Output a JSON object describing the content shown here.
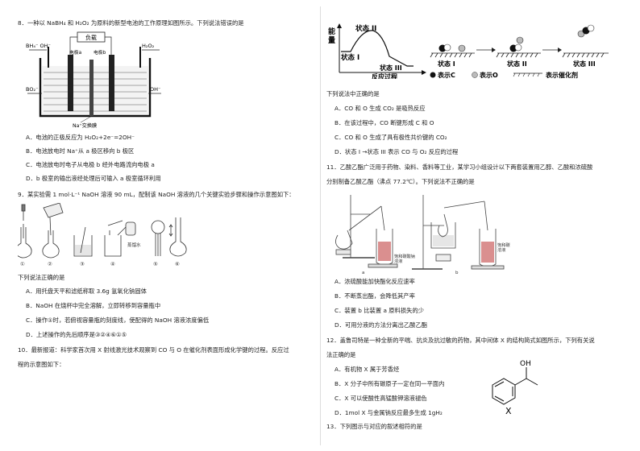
{
  "left": {
    "q8": {
      "stem": "8．一种以 NaBH₄ 和 H₂O₂ 为原料的新型电池的工作原理如图所示。下列说法错误的是",
      "figure": {
        "load": "负载",
        "electrode_a": "电极a",
        "electrode_b": "电极b",
        "bh4_oh": "BH₄⁻ OH⁻",
        "h2o2": "H₂O₂",
        "bo2": "BO₂⁻",
        "oh": "OH⁻",
        "membrane": "Na⁺交换膜"
      },
      "options": [
        "A．电池的正极反应为 H₂O₂+2e⁻=2OH⁻",
        "B．电池放电时 Na⁺从 a 极区移向 b 极区",
        "C．电池放电时电子从电极 b 经外电路流向电极 a",
        "D．b 极室的输出液经处理后可输入 a 极室循环利用"
      ]
    },
    "q9": {
      "stem": "9．某实验需 1 mol·L⁻¹ NaOH 溶液 90 mL，配制该 NaOH 溶液的几个关键实验步骤和操作示意图如下：",
      "step_labels": [
        "①",
        "②",
        "③",
        "④",
        "⑤",
        "⑥"
      ],
      "water_label": "蒸馏水",
      "prompt": "下列说法正确的是",
      "options": [
        "A．用托盘天平和滤纸称取 3.6g 氢氧化钠固体",
        "B．NaOH 在烧杯中完全溶解，立即转移到容量瓶中",
        "C．操作①时，若俯视容量瓶的刻度线，使配得的 NaOH 溶液浓度偏低",
        "D．上述操作的先后顺序是③②④⑥①⑤"
      ]
    },
    "q10": {
      "stem_line1": "10．最新报道：科学家首次用 X 射线激光技术观察到 CO 与 O 在催化剂表面形成化学键的过程。反应过",
      "stem_line2": "程的示意图如下："
    }
  },
  "right": {
    "energy_diagram": {
      "y_label_1": "能",
      "y_label_2": "量",
      "state1": "状态 I",
      "state2": "状态 II",
      "state3": "状态 III",
      "x_label": "反应过程"
    },
    "catalyst_diagram": {
      "labels": [
        "状态 I",
        "状态 II",
        "状态 III"
      ],
      "legend_c": "表示C",
      "legend_o": "表示O",
      "legend_cat": "表示催化剂"
    },
    "q10_prompt": "下列说法中正确的是",
    "q10_options": [
      "A．CO 和 O 生成 CO₂ 是吸热反应",
      "B．在该过程中，CO 断键形成 C 和 O",
      "C．CO 和 O 生成了具有极性共价键的 CO₂",
      "D．状态 I →状态 III 表示 CO 与 O₂ 反应的过程"
    ],
    "q11": {
      "stem_line1": "11．乙酸乙酯广泛用于药物、染料、香料等工业，某学习小组设计以下两套装置用乙醇、乙酸和浓硫酸",
      "stem_line2": "分别制备乙酸乙酯（沸点 77.2℃）。下列说法不正确的是",
      "label_a": "a",
      "label_b": "b",
      "sat_label_1": "饱和碳酸钠",
      "sat_label_2": "溶液",
      "options": [
        "A．浓硫酸能加快酯化反应速率",
        "B．不断蒸出酯，会降低其产率",
        "C．装置 b 比装置 a 原料损失的少",
        "D．可用分液的方法分离出乙酸乙酯"
      ]
    },
    "q12": {
      "stem_line1": "12．盖鲁司特是一种全新的平喘、抗炎及抗过敏的药物，其中间体 X 的结构简式如图所示，下列有关说",
      "stem_line2": "法正确的是",
      "options": [
        "A．有机物 X 属于芳香烃",
        "B．X 分子中所有碳原子一定在同一平面内",
        "C．X 可以使酸性高锰酸钾溶液褪色",
        "D．1mol X 与金属钠反应最多生成 1gH₂"
      ],
      "oh": "OH",
      "x": "X"
    },
    "q13": {
      "stem": "13．下列图示与对应的叙述相符的是"
    }
  }
}
